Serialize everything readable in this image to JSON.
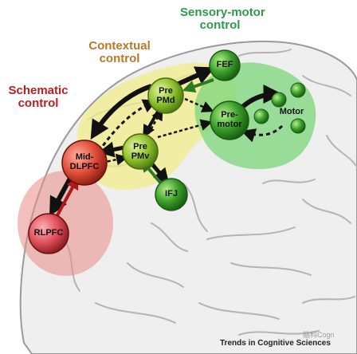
{
  "regions": [
    {
      "id": "sensory-motor",
      "title_lines": [
        "Sensory-motor",
        "control"
      ],
      "color": "#2f9a4a"
    },
    {
      "id": "contextual",
      "title_lines": [
        "Contextual",
        "control"
      ],
      "color": "#b8782a"
    },
    {
      "id": "schematic",
      "title_lines": [
        "Schematic",
        "control"
      ],
      "color": "#b82020"
    }
  ],
  "nodes": {
    "fef": {
      "lines": [
        "FEF"
      ],
      "color": "#3a9e2a"
    },
    "prepmd": {
      "lines": [
        "Pre",
        "PMd"
      ],
      "color": "#8fc22e"
    },
    "premotor": {
      "lines": [
        "Pre-",
        "motor"
      ],
      "color": "#3a9e2a"
    },
    "motor": {
      "lines": [
        "Motor"
      ],
      "color": "#3a9e2a"
    },
    "midDlpfc": {
      "lines": [
        "Mid-",
        "DLPFC"
      ],
      "color": "#e0503a"
    },
    "prepmv": {
      "lines": [
        "Pre",
        "PMv"
      ],
      "color": "#8fc22e"
    },
    "ifj": {
      "lines": [
        "IFJ"
      ],
      "color": "#3a9e2a"
    },
    "rlpfc": {
      "lines": [
        "RLPFC"
      ],
      "color": "#e0505a"
    }
  },
  "footer": {
    "credit": "Trends in Cognitive Sciences",
    "watermark": "脑科Cogn"
  }
}
